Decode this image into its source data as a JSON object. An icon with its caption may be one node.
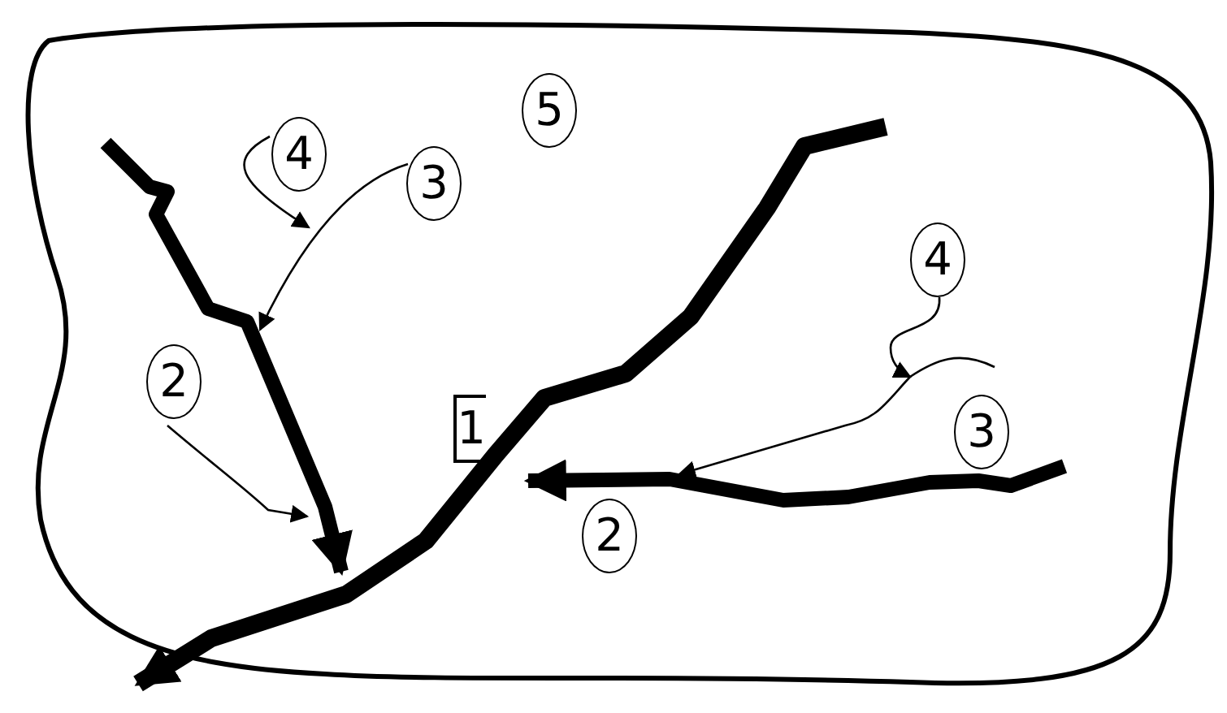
{
  "diagram": {
    "nodes": [
      {
        "text": [],
        "shape": "cloud"
      },
      {
        "text": [
          "4"
        ],
        "in": 0
      },
      {
        "text": [
          "3"
        ],
        "in": 0
      },
      {
        "text": [
          "5"
        ],
        "in": 0
      },
      {
        "text": [
          "2"
        ],
        "in": 0
      },
      {
        "text": [
          "1"
        ],
        "in": 0
      },
      {
        "text": [
          "4"
        ],
        "in": 0
      },
      {
        "text": [
          "3"
        ],
        "in": 0
      },
      {
        "text": [
          "2"
        ],
        "in": 0
      }
    ],
    "edges": [
      {
        "from": 1,
        "to": null,
        "arrow": "to"
      },
      {
        "from": 2,
        "to": null,
        "arrow": "to"
      },
      {
        "from": 4,
        "to": null,
        "arrow": "to"
      },
      {
        "from": 6,
        "to": null,
        "arrow": "to"
      }
    ]
  }
}
